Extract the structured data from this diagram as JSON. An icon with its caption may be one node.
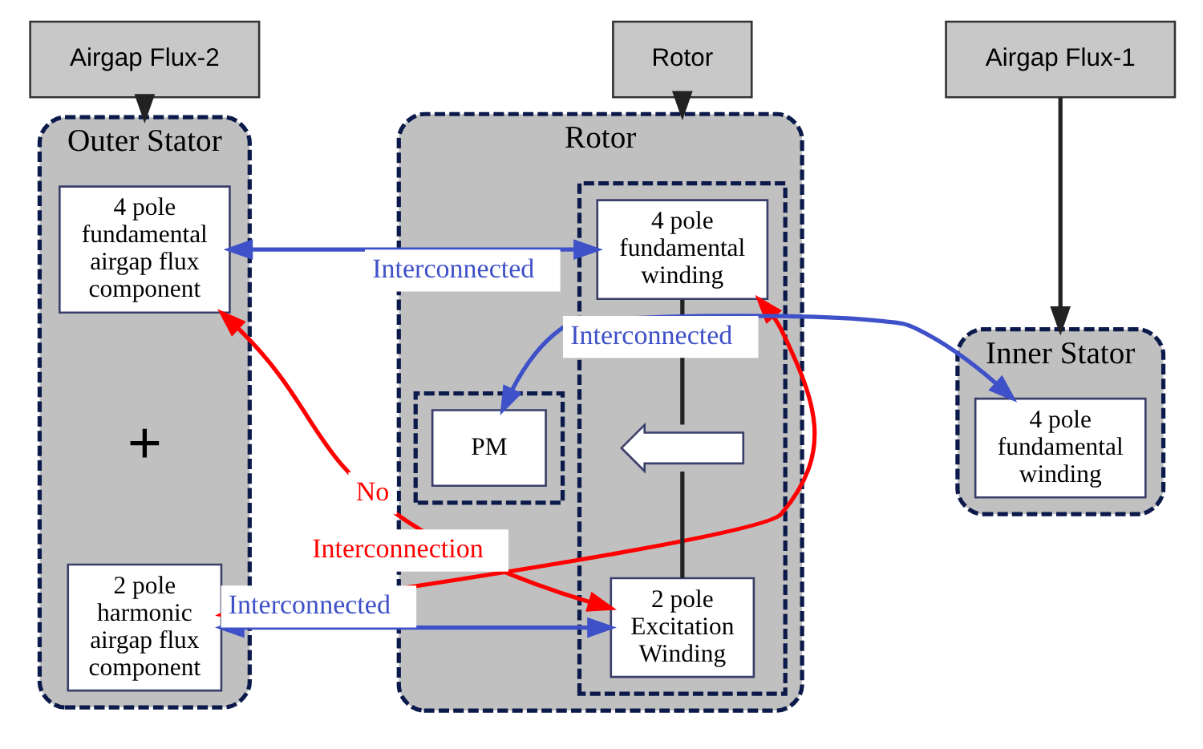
{
  "diagram": {
    "nodes": [
      {
        "text": [
          "Airgap Flux-2"
        ]
      },
      {
        "text": [
          "Rotor"
        ]
      },
      {
        "text": [
          "Airgap Flux-1"
        ]
      },
      {
        "text": [
          "Outer Stator"
        ]
      },
      {
        "text": [
          "4 pole fundamental airgap flux component"
        ],
        "in": 3
      },
      {
        "text": [
          "2 pole harmonic airgap flux component"
        ],
        "in": 3
      },
      {
        "text": [
          "Rotor"
        ]
      },
      {
        "text": [],
        "shape": "box",
        "in": 6
      },
      {
        "text": [
          "4 pole fundamental winding"
        ],
        "in": 7
      },
      {
        "text": [],
        "shape": "diode",
        "in": 7
      },
      {
        "text": [
          "2 pole Excitation Winding"
        ],
        "in": 7
      },
      {
        "text": [],
        "shape": "box",
        "in": 6
      },
      {
        "text": [
          "PM"
        ],
        "in": 11
      },
      {
        "text": [
          "Inner Stator"
        ]
      },
      {
        "text": [
          "4 pole fundamental winding"
        ],
        "in": 13
      }
    ],
    "edges": [
      {
        "from": 0,
        "to": 3,
        "arrow": "to"
      },
      {
        "from": 1,
        "to": 6,
        "arrow": "to"
      },
      {
        "from": 2,
        "to": 13,
        "arrow": "to"
      },
      {
        "from": 4,
        "to": 8,
        "arrow": "both",
        "label": "Interconnected",
        "color": "#3f51c8"
      },
      {
        "from": 4,
        "to": 10,
        "arrow": "both",
        "label": "No",
        "color": "#ff0000"
      },
      {
        "from": 5,
        "to": 8,
        "arrow": "both",
        "label": "Interconnection",
        "color": "#ff0000"
      },
      {
        "from": 5,
        "to": 10,
        "arrow": "both",
        "label": "Interconnected",
        "color": "#3f51c8"
      },
      {
        "from": 8,
        "to": 9,
        "arrow": "none"
      },
      {
        "from": 9,
        "to": 10,
        "arrow": "none"
      },
      {
        "from": 12,
        "to": 14,
        "arrow": "both",
        "label": "Interconnected",
        "color": "#3f51c8"
      }
    ],
    "labels": [
      "+"
    ]
  }
}
